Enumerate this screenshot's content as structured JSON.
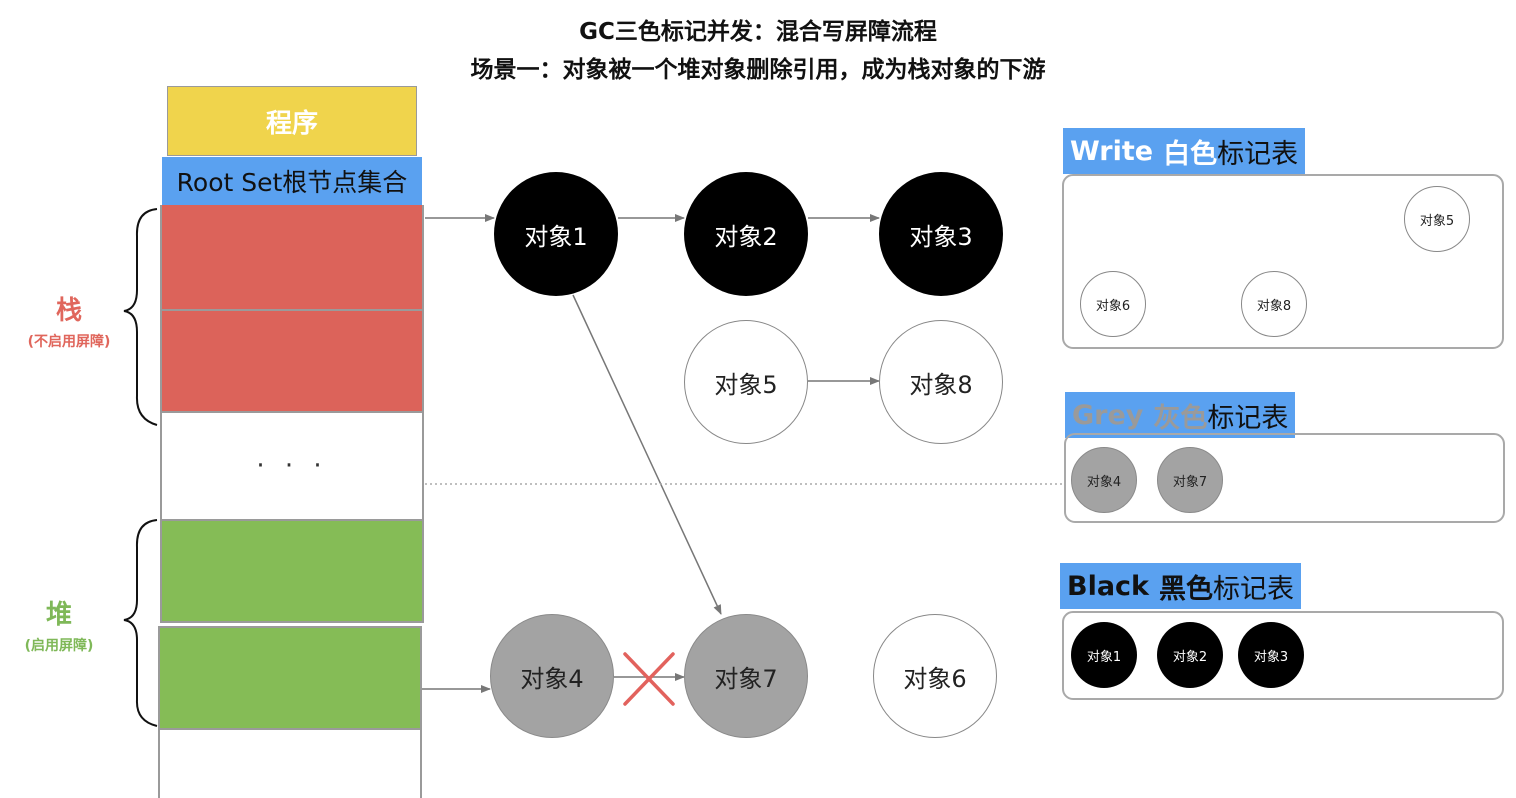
{
  "title": "GC三色标记并发：混合写屏障流程",
  "subtitle": "场景一：对象被一个堆对象删除引用，成为栈对象的下游",
  "program": {
    "label": "程序"
  },
  "root_set": {
    "label": "Root Set根节点集合"
  },
  "stack": {
    "label": "栈",
    "note": "(不启用屏障)",
    "color": "#dc635a"
  },
  "heap": {
    "label": "堆",
    "note": "(启用屏障)",
    "color": "#85bc56"
  },
  "ellipsis": "· · ·",
  "nodes": {
    "obj1": "对象1",
    "obj2": "对象2",
    "obj3": "对象3",
    "obj5": "对象5",
    "obj8": "对象8",
    "obj4": "对象4",
    "obj7": "对象7",
    "obj6": "对象6"
  },
  "tables": {
    "white": {
      "head_en": "Write",
      "head_color": "白色",
      "head_suffix": "标记表",
      "items": [
        "对象5",
        "对象6",
        "对象8"
      ]
    },
    "grey": {
      "head_en": "Grey",
      "head_color": "灰色",
      "head_suffix": "标记表",
      "items": [
        "对象4",
        "对象7"
      ],
      "head_text_color": "#9a9a9a"
    },
    "black": {
      "head_en": "Black",
      "head_color": "黑色",
      "head_suffix": "标记表",
      "items": [
        "对象1",
        "对象2",
        "对象3"
      ]
    }
  },
  "colors": {
    "blue_header": "#5aa1f0",
    "program_yellow": "#f0d44c",
    "cross_red": "#e2625d",
    "grey_node": "#a3a3a3"
  }
}
